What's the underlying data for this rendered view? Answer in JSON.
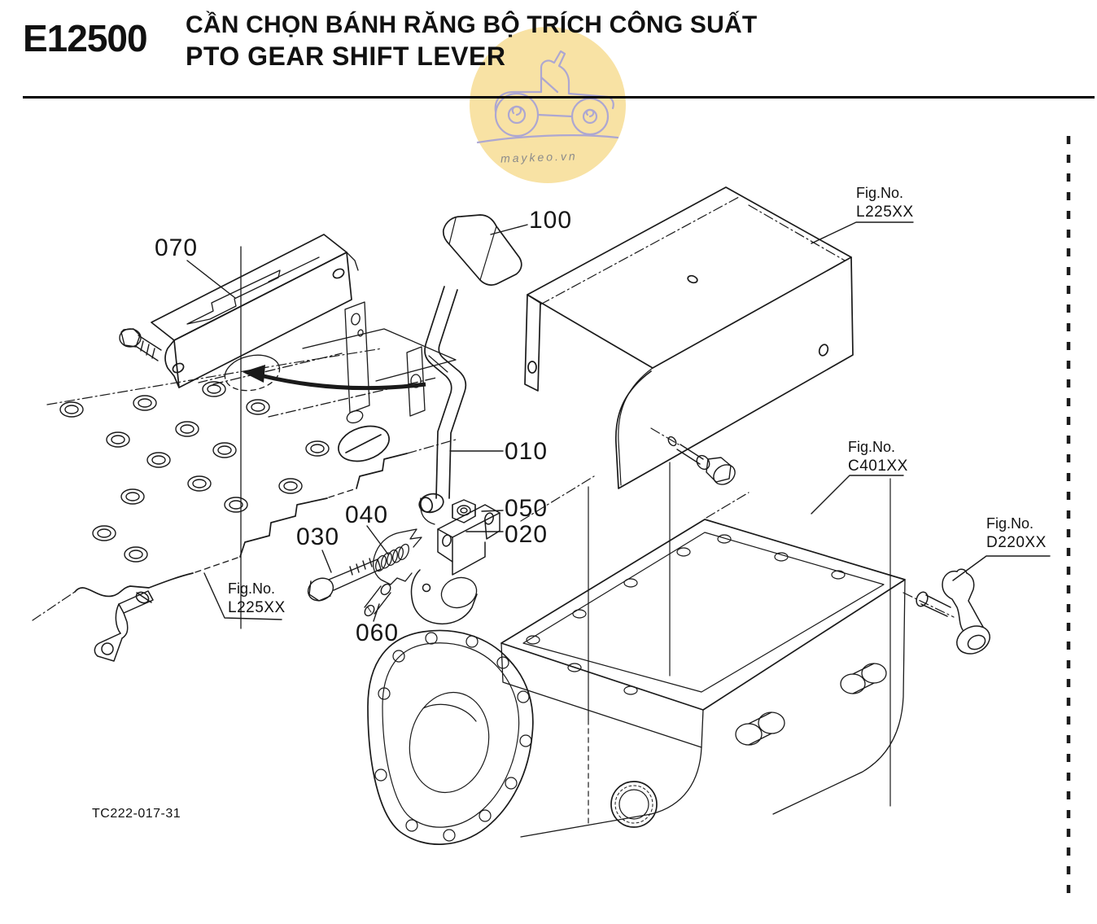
{
  "header": {
    "section_code": "E12500",
    "title_vi": "CẦN CHỌN BÁNH RĂNG BỘ TRÍCH CÔNG SUẤT",
    "title_en": "PTO GEAR SHIFT LEVER"
  },
  "watermark": {
    "text": "maykeo.vn",
    "circle_color": "#f8e2a4",
    "tractor_color": "#a9a4d4",
    "text_color": "#8a8a8a"
  },
  "diagram": {
    "drawing_number": "TC222-017-31",
    "line_color": "#1a1a1a",
    "part_labels": [
      {
        "text": "070"
      },
      {
        "text": "100"
      },
      {
        "text": "010"
      },
      {
        "text": "050"
      },
      {
        "text": "020"
      },
      {
        "text": "040"
      },
      {
        "text": "030"
      },
      {
        "text": "060"
      }
    ],
    "figure_refs": [
      {
        "label": "Fig.No.",
        "code": "L225XX",
        "location": "top-right-cover"
      },
      {
        "label": "Fig.No.",
        "code": "C401XX",
        "location": "transmission-case"
      },
      {
        "label": "Fig.No.",
        "code": "D220XX",
        "location": "right-crank"
      },
      {
        "label": "Fig.No.",
        "code": "L225XX",
        "location": "bottom-left-plate"
      }
    ]
  }
}
